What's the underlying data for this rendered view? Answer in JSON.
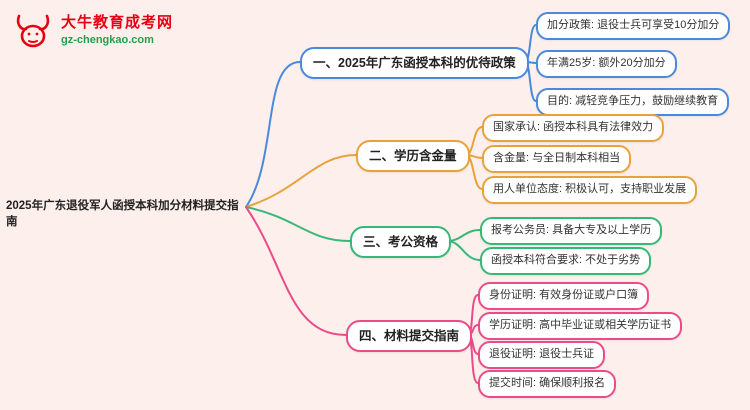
{
  "colors": {
    "bg": "#fdf0ec",
    "blue": "#4a89dc",
    "orange": "#e9a23b",
    "green": "#37b878",
    "pink": "#ea4c89",
    "logo-red": "#e60012",
    "logo-green": "#21a04b",
    "text": "#333333"
  },
  "logo": {
    "title": "大牛教育成考网",
    "domain": "gz-chengkao.com"
  },
  "root": {
    "label": "2025年广东退役军人函授本科加分材料提交指南"
  },
  "branches": [
    {
      "label": "一、2025年广东函授本科的优待政策",
      "color": "blue",
      "children": [
        {
          "label": "加分政策: 退役士兵可享受10分加分"
        },
        {
          "label": "年满25岁: 额外20分加分"
        },
        {
          "label": "目的: 减轻竞争压力，鼓励继续教育"
        }
      ]
    },
    {
      "label": "二、学历含金量",
      "color": "orange",
      "children": [
        {
          "label": "国家承认: 函授本科具有法律效力"
        },
        {
          "label": "含金量: 与全日制本科相当"
        },
        {
          "label": "用人单位态度: 积极认可，支持职业发展"
        }
      ]
    },
    {
      "label": "三、考公资格",
      "color": "green",
      "children": [
        {
          "label": "报考公务员: 具备大专及以上学历"
        },
        {
          "label": "函授本科符合要求: 不处于劣势"
        }
      ]
    },
    {
      "label": "四、材料提交指南",
      "color": "pink",
      "children": [
        {
          "label": "身份证明: 有效身份证或户口簿"
        },
        {
          "label": "学历证明: 高中毕业证或相关学历证书"
        },
        {
          "label": "退役证明: 退役士兵证"
        },
        {
          "label": "提交时间: 确保顺利报名"
        }
      ]
    }
  ]
}
